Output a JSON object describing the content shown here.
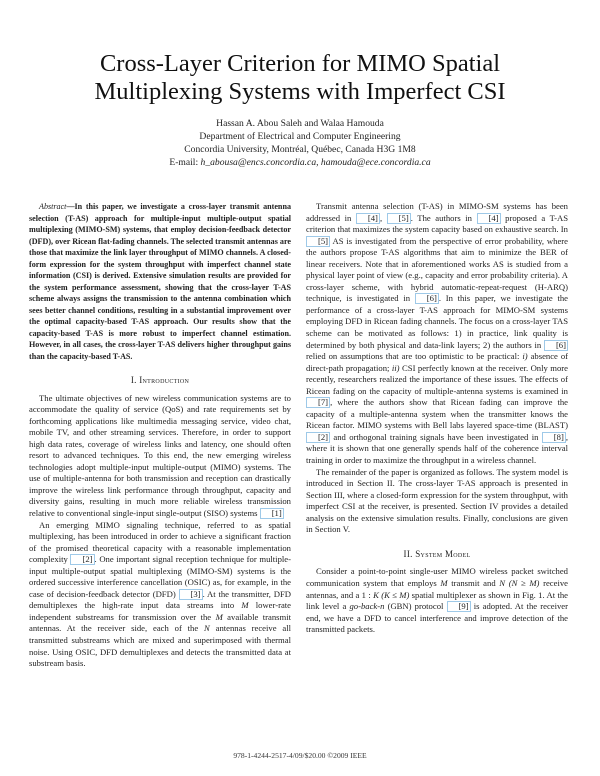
{
  "paper": {
    "title_line1": "Cross-Layer Criterion for MIMO Spatial",
    "title_line2": "Multiplexing Systems with Imperfect CSI",
    "authors": "Hassan A. Abou Saleh and Walaa Hamouda",
    "department": "Department of Electrical and Computer Engineering",
    "affiliation": "Concordia University, Montréal, Québec, Canada H3G 1M8",
    "email_label": "E-mail: ",
    "emails": "h_abousa@encs.concordia.ca, hamouda@ece.concordia.ca"
  },
  "abstract": {
    "lead": "Abstract",
    "text": "—In this paper, we investigate a cross-layer transmit antenna selection (T-AS) approach for multiple-input multiple-output spatial multiplexing (MIMO-SM) systems, that employ decision-feedback detector (DFD), over Ricean flat-fading channels. The selected transmit antennas are those that maximize the link layer throughput of MIMO channels. A closed-form expression for the system throughput with imperfect channel state information (CSI) is derived. Extensive simulation results are provided for the system performance assessment, showing that the cross-layer T-AS scheme always assigns the transmission to the antenna combination which sees better channel conditions, resulting in a substantial improvement over the optimal capacity-based T-AS approach. Our results show that the capacity-based T-AS is more robust to imperfect channel estimation. However, in all cases, the cross-layer T-AS delivers higher throughput gains than the capacity-based T-AS."
  },
  "sections": {
    "intro_number": "I. ",
    "intro_title": "Introduction",
    "sysmodel_number": "II. ",
    "sysmodel_title": "System Model"
  },
  "intro": {
    "p1": "The ultimate objectives of new wireless communication systems are to accommodate the quality of service (QoS) and rate requirements set by forthcoming applications like multimedia messaging service, video chat, mobile TV, and other streaming services. Therefore, in order to support high data rates, coverage of wireless links and latency, one should often resort to advanced techniques. To this end, the new emerging wireless technologies adopt multiple-input multiple-output (MIMO) systems. The use of multiple-antenna for both transmission and reception can drastically improve the wireless link performance through throughput, capacity and diversity gains, resulting in much more reliable wireless transmission relative to conventional single-input single-output (SISO) systems ",
    "p1_cite": "[1]",
    "p2a": "An emerging MIMO signaling technique, referred to as spatial multiplexing, has been introduced in order to achieve a significant fraction of the promised theoretical capacity with a reasonable implementation complexity ",
    "p2_cite1": "[2]",
    "p2b": ". One important signal reception technique for multiple-input multiple-output spatial multiplexing (MIMO-SM) systems is the ordered successive interference cancellation (OSIC) as, for example, in the case of decision-feedback detector (DFD) ",
    "p2_cite2": "[3]",
    "p2c": ". At the transmitter, DFD demultiplexes the high-rate input data streams into ",
    "p2_M1": "M",
    "p2d": " lower-rate independent substreams for transmission over the ",
    "p2_M2": "M",
    "p2e": " available transmit antennas. At the receiver side, each of the ",
    "p2_N": "N",
    "p2f": " antennas receive all transmitted substreams which are mixed and superimposed with thermal noise. Using OSIC, DFD demultiplexes and detects the transmitted data at substream basis.",
    "p3a": "Transmit antenna selection (T-AS) in MIMO-SM systems has been addressed in ",
    "p3_c4a": "[4]",
    "p3b": ", ",
    "p3_c5a": "[5]",
    "p3c": ". The authors in ",
    "p3_c4b": "[4]",
    "p3d": " proposed a T-AS criterion that maximizes the system capacity based on exhaustive search. In ",
    "p3_c5b": "[5]",
    "p3e": " AS is investigated from the perspective of error probability, where the authors propose T-AS algorithms that aim to minimize the BER of linear receivers. Note that in aforementioned works AS is studied from a physical layer point of view (e.g., capacity and error probability criteria). A cross-layer scheme, with hybrid automatic-repeat-request (H-ARQ) technique, is investigated in ",
    "p3_c6a": "[6]",
    "p3f": ". In this paper, we investigate the performance of a cross-layer T-AS approach for MIMO-SM systems employing DFD in Ricean fading channels. The focus on a cross-layer TAS scheme can be motivated as follows: 1) in practice, link quality is determined by both physical and data-link layers; 2) the authors in ",
    "p3_c6b": "[6]",
    "p3g": " relied on assumptions that are too optimistic to be practical: ",
    "p3_i": "i)",
    "p3h": " absence of direct-path propagation; ",
    "p3_ii": "ii)",
    "p3i": " CSI perfectly known at the receiver. Only more recently, researchers realized the importance of these issues. The effects of Ricean fading on the capacity of multiple-antenna systems is examined in ",
    "p3_c7": "[7]",
    "p3j": ", where the authors show that Ricean fading can improve the capacity of a multiple-antenna system when the transmitter knows the Ricean factor. MIMO systems with Bell labs layered space-time (BLAST) ",
    "p3_c2": "[2]",
    "p3k": " and orthogonal training signals have been investigated in ",
    "p3_c8": "[8]",
    "p3l": ", where it is shown that one generally spends half of the coherence interval training in order to maximize the throughput in a wireless channel.",
    "p4": "The remainder of the paper is organized as follows. The system model is introduced in Section II. The cross-layer T-AS approach is presented in Section III, where a closed-form expression for the system throughput, with imperfect CSI at the receiver, is presented. Section IV provides a detailed analysis on the extensive simulation results. Finally, conclusions are given in Section V."
  },
  "sysmodel": {
    "p1a": "Consider a point-to-point single-user MIMO wireless packet switched communication system that employs ",
    "p1_M": "M",
    "p1b": " transmit and ",
    "p1_N": "N (N ≥ M)",
    "p1c": " receive antennas, and a 1 : ",
    "p1_K": "K (K ≤ M)",
    "p1d": " spatial multiplexer as shown in Fig. 1. At the link level a ",
    "p1_gbn": "go-back-n",
    "p1e": " (GBN) protocol ",
    "p1_c9": "[9]",
    "p1f": " is adopted. At the receiver end, we have a DFD to cancel interference and improve detection of the transmitted packets."
  },
  "footer": {
    "text": "978-1-4244-2517-4/09/$20.00 ©2009 IEEE"
  }
}
